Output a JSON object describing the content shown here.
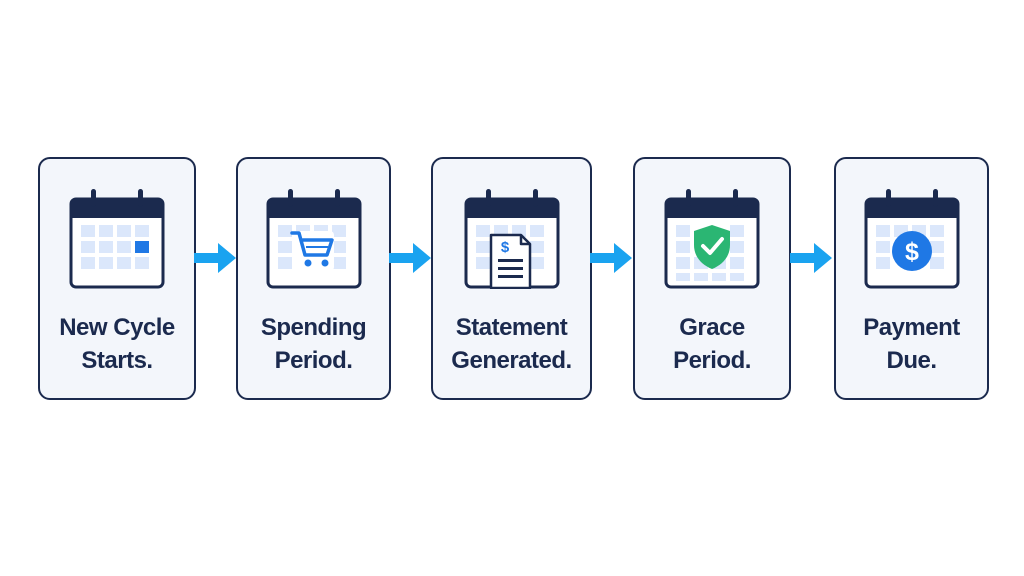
{
  "colors": {
    "card_bg": "#f3f6fb",
    "card_border": "#1b2a4e",
    "text": "#1b2a4e",
    "calendar_header": "#1b2a4e",
    "calendar_cell": "#dbe7fb",
    "calendar_highlight": "#1f78e5",
    "arrow": "#1aa3f0",
    "shield": "#2bb673",
    "dollar_circle": "#1f78e5"
  },
  "steps": [
    {
      "line1": "New Cycle",
      "line2": "Starts.",
      "icon": "calendar-highlight-icon"
    },
    {
      "line1": "Spending",
      "line2": "Period.",
      "icon": "calendar-cart-icon"
    },
    {
      "line1": "Statement",
      "line2": "Generated.",
      "icon": "calendar-statement-icon"
    },
    {
      "line1": "Grace",
      "line2": "Period.",
      "icon": "calendar-shield-check-icon"
    },
    {
      "line1": "Payment",
      "line2": "Due.",
      "icon": "calendar-dollar-icon"
    }
  ],
  "statement_symbol": "$",
  "dollar_symbol": "$"
}
